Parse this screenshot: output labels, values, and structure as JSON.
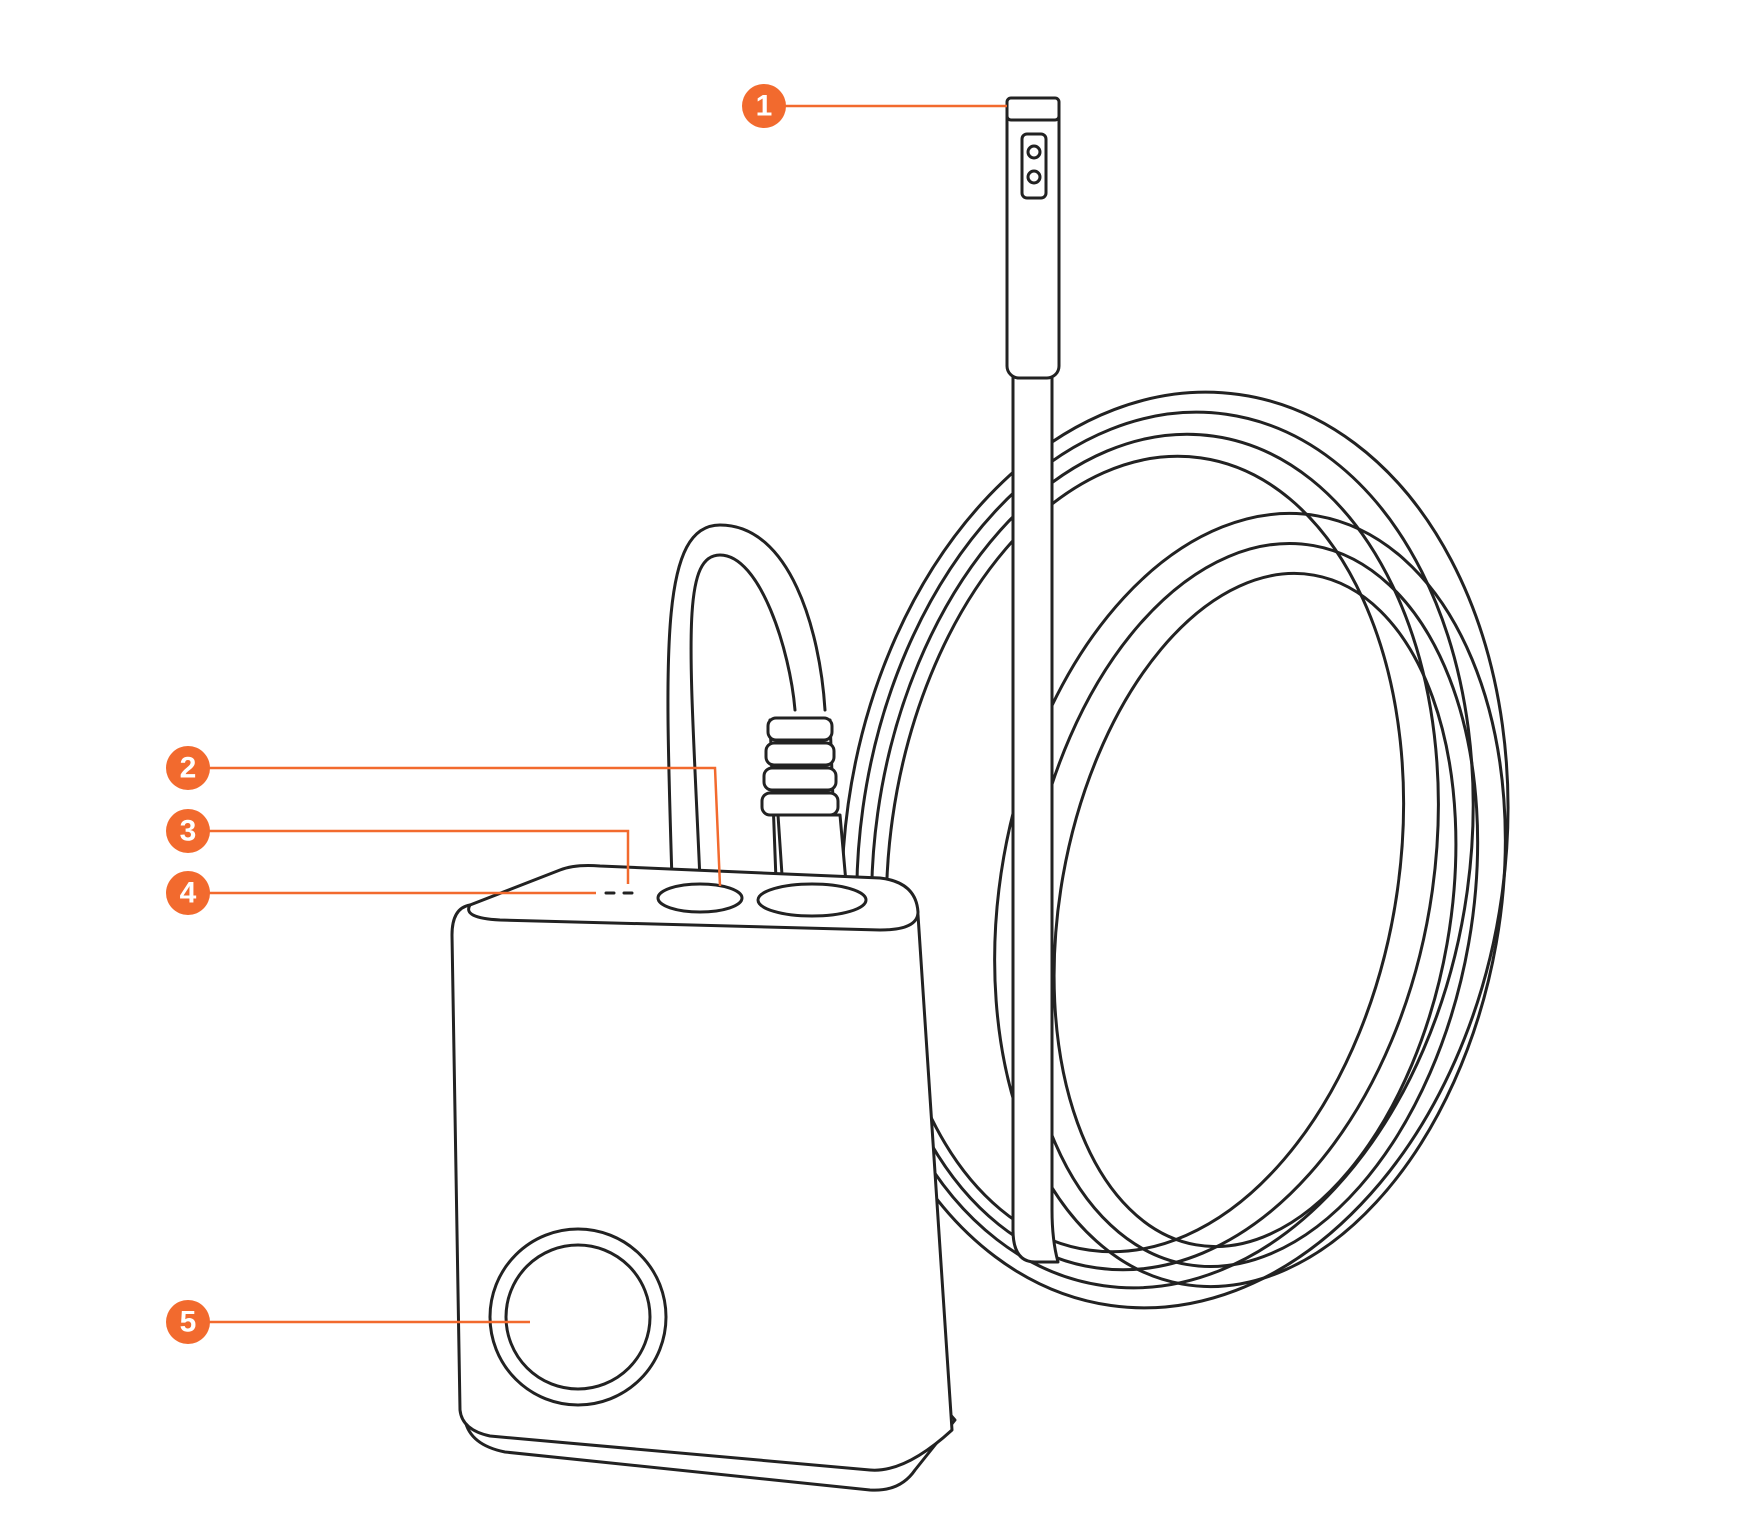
{
  "colors": {
    "callout": "#F26A2E",
    "line": "#222222",
    "background": "#ffffff"
  },
  "callouts": [
    {
      "id": "1",
      "label": "1",
      "part": "camera-lens-tip"
    },
    {
      "id": "2",
      "label": "2",
      "part": "power-button"
    },
    {
      "id": "3",
      "label": "3",
      "part": "indicator-light"
    },
    {
      "id": "4",
      "label": "4",
      "part": "charging-light"
    },
    {
      "id": "5",
      "label": "5",
      "part": "round-front-button"
    }
  ]
}
